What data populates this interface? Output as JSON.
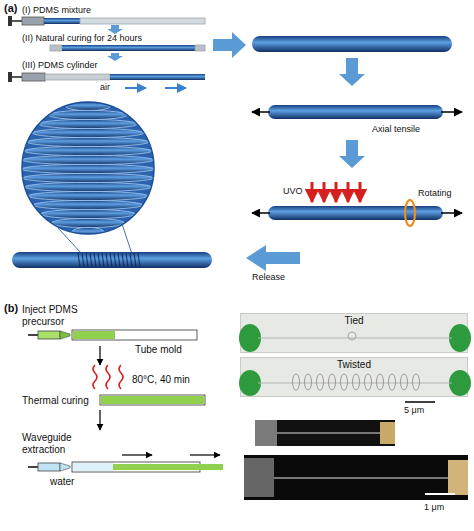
{
  "diagram": {
    "nodes": [
      {
        "text": [
          "Tied"
        ]
      },
      {
        "text": [
          "Twisted"
        ]
      }
    ],
    "labels": [
      "(a)",
      "(I) PDMS mixture",
      "(II) Natural curing for 24 hours",
      "(III) PDMS cylinder",
      "air",
      "Axial tensile",
      "UVO",
      "Rotating",
      "Release",
      "(b)",
      "Inject PDMS precursor",
      "Tube mold",
      "80°C, 40 min",
      "Thermal curing",
      "Waveguide extraction",
      "water",
      "5 μm",
      "1 μm"
    ]
  }
}
